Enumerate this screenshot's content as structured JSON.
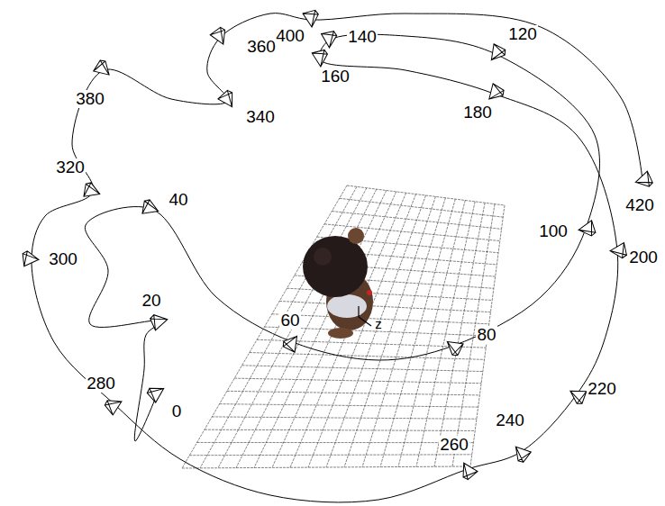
{
  "diagram": {
    "labels": [
      "360",
      "400",
      "140",
      "120",
      "380",
      "160",
      "340",
      "180",
      "320",
      "40",
      "420",
      "100",
      "200",
      "300",
      "20",
      "60",
      "80",
      "220",
      "280",
      "0",
      "240",
      "260",
      "z"
    ]
  }
}
